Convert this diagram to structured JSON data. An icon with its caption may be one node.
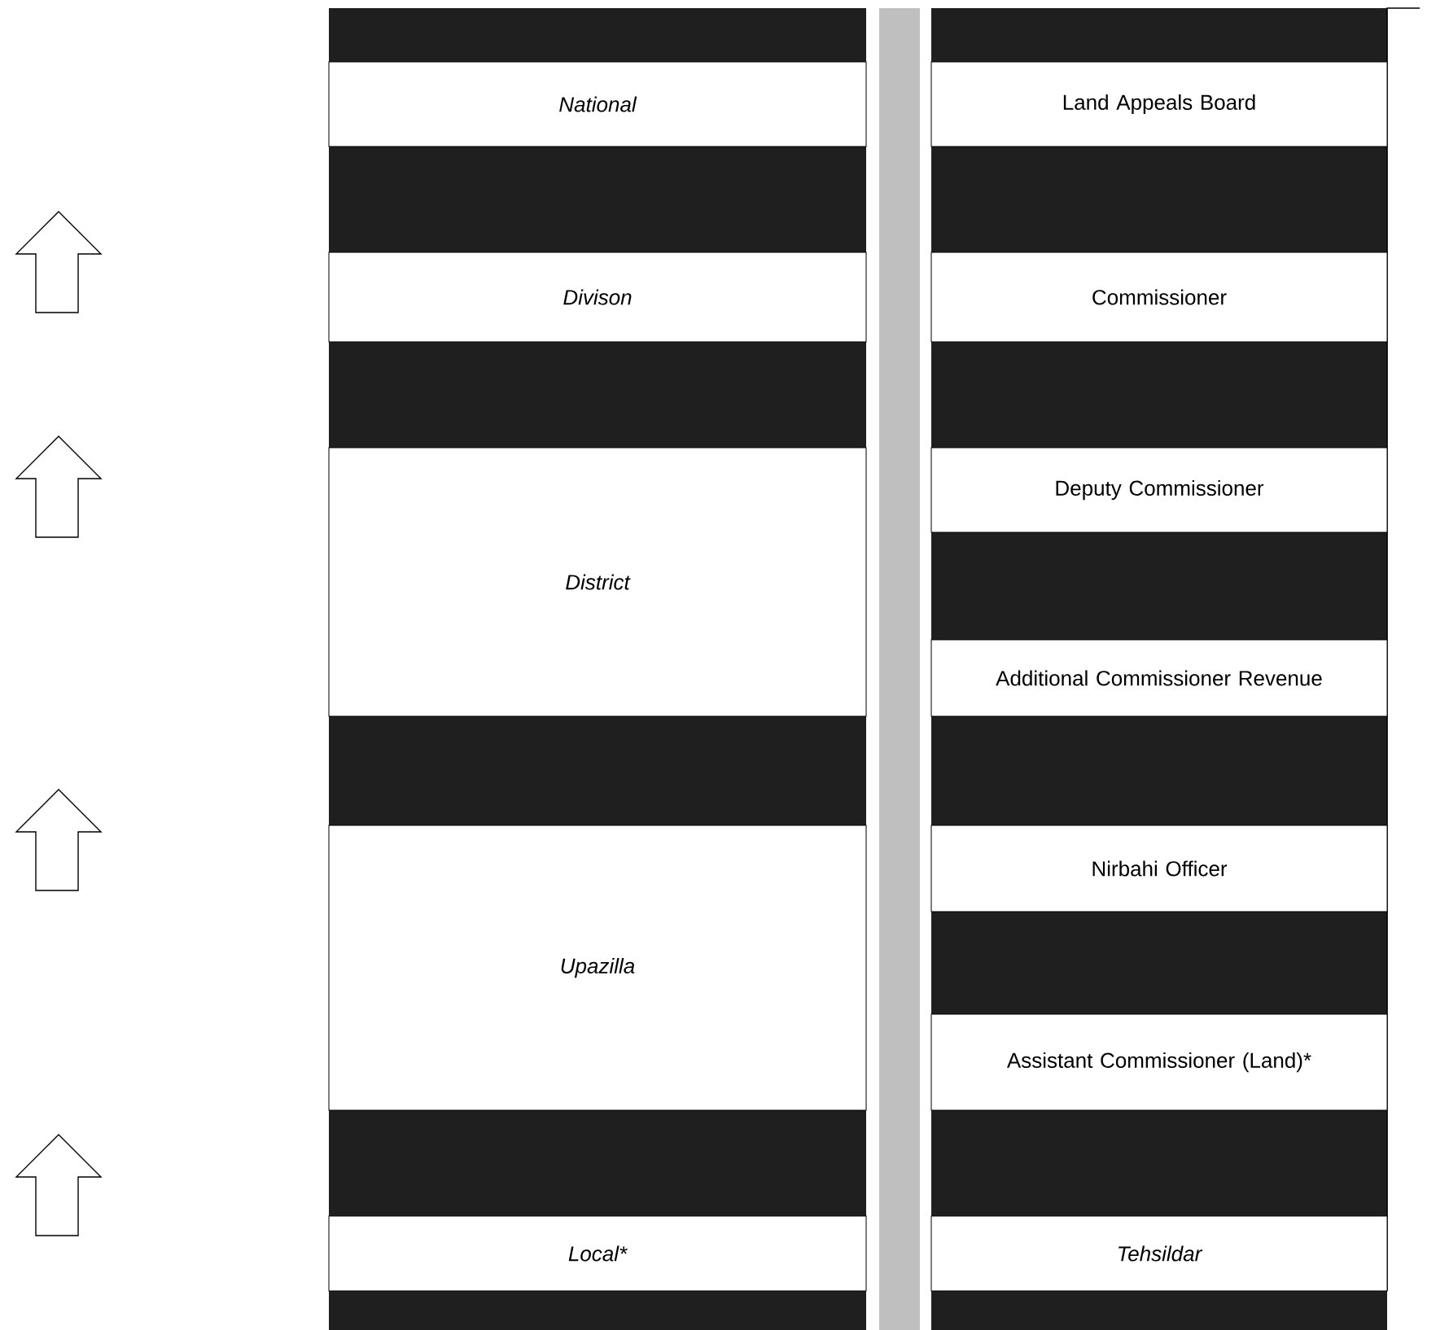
{
  "diagram": {
    "nodes": [
      {
        "text": [
          "National"
        ]
      },
      {
        "text": [
          "Land Appeals Board"
        ]
      },
      {
        "text": [
          "Divison"
        ]
      },
      {
        "text": [
          "Commissioner"
        ]
      },
      {
        "text": [
          "District"
        ]
      },
      {
        "text": [
          "Deputy Commissioner"
        ]
      },
      {
        "text": [
          "Additional Commissioner Revenue"
        ]
      },
      {
        "text": [
          "Upazilla"
        ]
      },
      {
        "text": [
          "Nirbahi Officer"
        ]
      },
      {
        "text": [
          "Assistant Commissioner (Land)*"
        ]
      },
      {
        "text": [
          "Local*"
        ]
      },
      {
        "text": [
          "Tehsildar"
        ]
      }
    ]
  }
}
